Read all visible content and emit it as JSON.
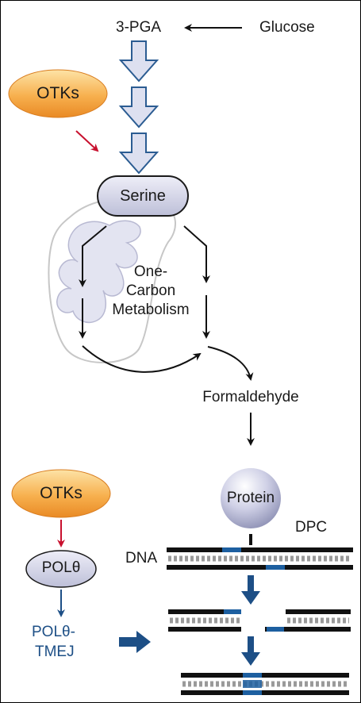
{
  "nodes": {
    "glucose": "Glucose",
    "pga": "3-PGA",
    "otks_top": "OTKs",
    "serine": "Serine",
    "one_carbon": [
      "One-",
      "Carbon",
      "Metabolism"
    ],
    "formaldehyde": "Formaldehyde",
    "protein": "Protein",
    "dpc": "DPC",
    "dna": "DNA",
    "otks_bottom": "OTKs",
    "polq": "POLθ",
    "tmej": [
      "POLθ-",
      "TMEJ"
    ]
  },
  "colors": {
    "otks_fill": "#f7b04e",
    "node_fill": "#d6d7ea",
    "activation_arrow": "#c8102e",
    "repair_blue": "#1d4f86",
    "mitochondrion_outline": "#c7c7c7"
  }
}
